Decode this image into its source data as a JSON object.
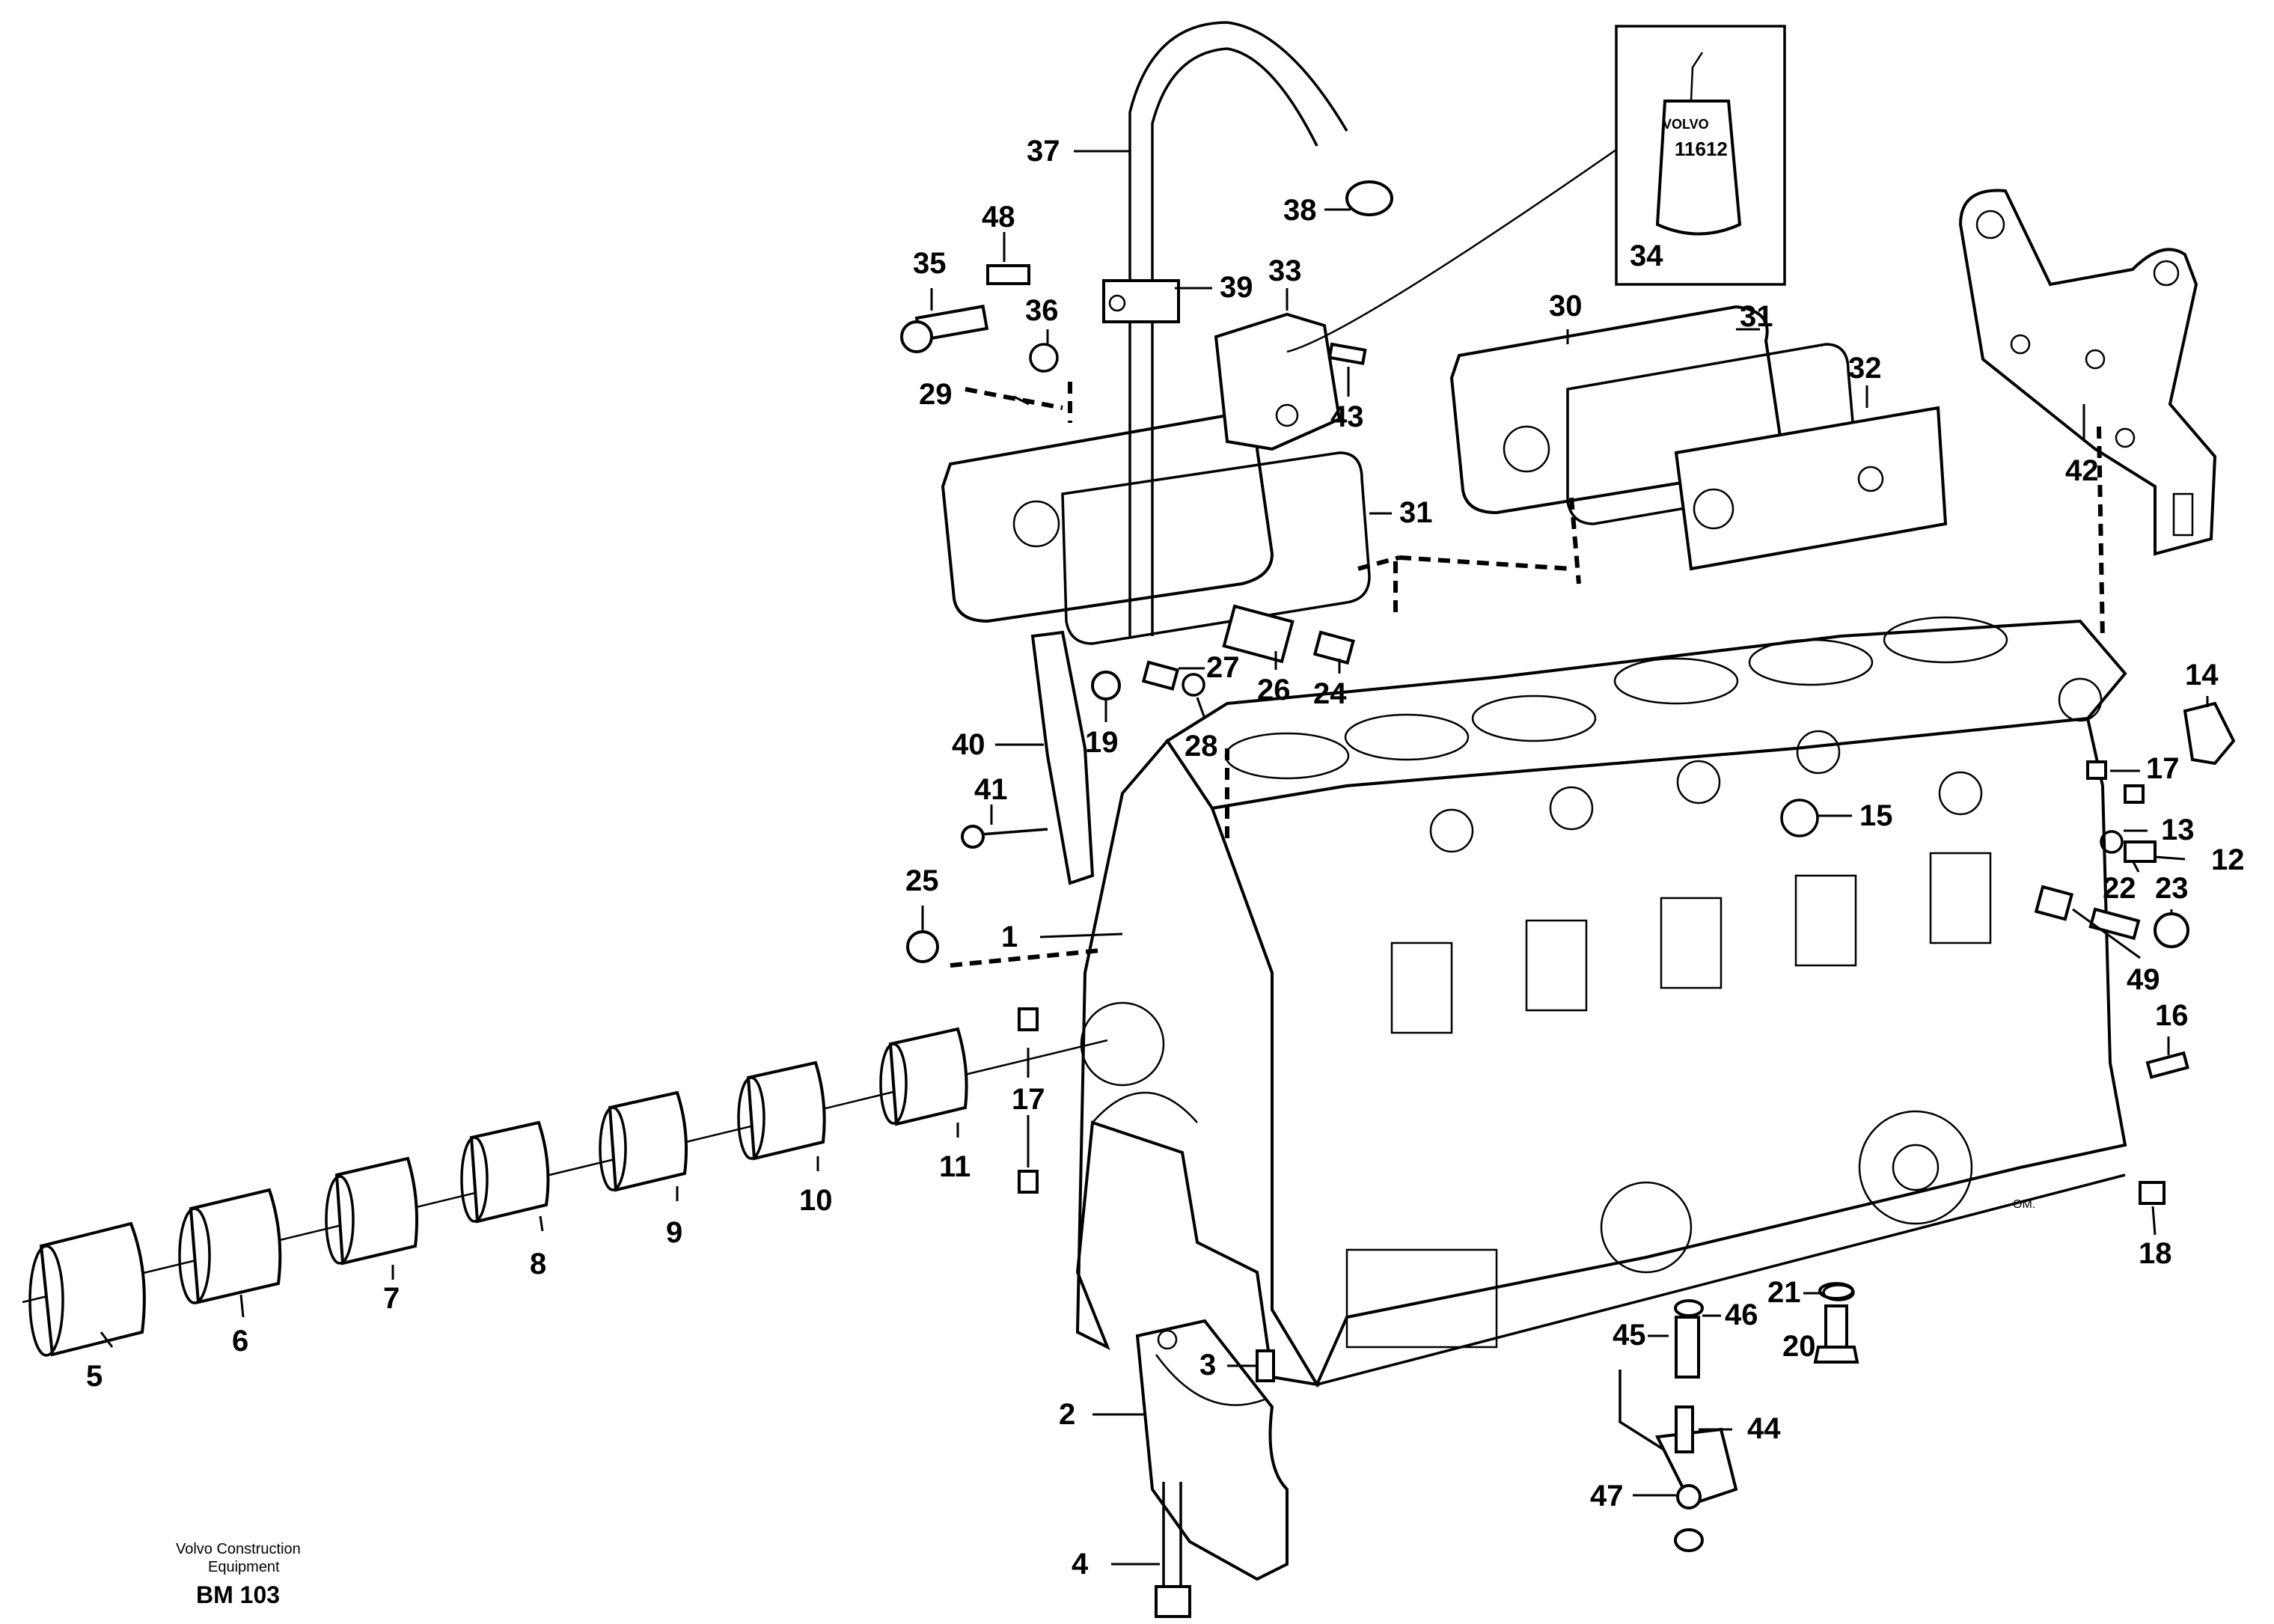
{
  "caption": {
    "company_line1": "Volvo Construction",
    "company_line2": "Equipment",
    "code": "BM 103"
  },
  "sealant_product": {
    "brand": "VOLVO",
    "number": "11612"
  },
  "signature": "OM.",
  "parts": [
    "1",
    "2",
    "3",
    "4",
    "5",
    "6",
    "7",
    "8",
    "9",
    "10",
    "11",
    "12",
    "13",
    "14",
    "15",
    "16",
    "17",
    "17",
    "18",
    "19",
    "20",
    "21",
    "22",
    "23",
    "24",
    "25",
    "26",
    "27",
    "28",
    "29",
    "30",
    "31",
    "31",
    "32",
    "33",
    "34",
    "35",
    "36",
    "37",
    "38",
    "39",
    "40",
    "41",
    "42",
    "43",
    "44",
    "45",
    "46",
    "47",
    "48",
    "49"
  ]
}
